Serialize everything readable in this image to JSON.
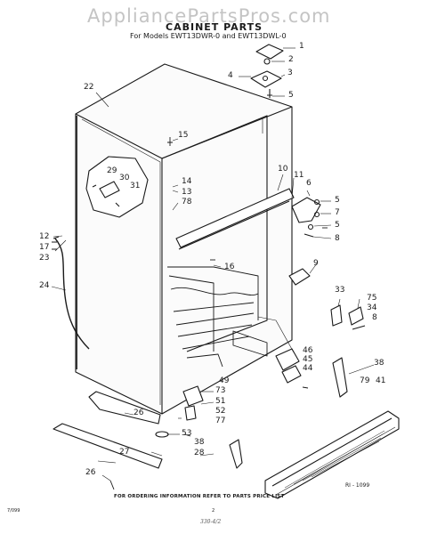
{
  "watermark": "AppliancePartsPros.com",
  "title": "CABINET PARTS",
  "subtitle": "For Models EWT13DWR-0 and EWT13DWL-0",
  "footer_note": "FOR ORDERING INFORMATION REFER TO PARTS PRICE LIST",
  "ref_code": "RI - 1099",
  "page_code": "7/099",
  "page_number": "2",
  "scrawl": "330-4/2",
  "callouts": {
    "c1": "1",
    "c2": "2",
    "c3": "3",
    "c4": "4",
    "c5a": "5",
    "c22": "22",
    "c15": "15",
    "c10": "10",
    "c11": "11",
    "c6": "6",
    "c5b": "5",
    "c7": "7",
    "c5c": "5",
    "c8a": "8",
    "c29": "29",
    "c30": "30",
    "c31": "31",
    "c14": "14",
    "c13": "13",
    "c78": "78",
    "c16": "16",
    "c12": "12",
    "c17": "17",
    "c23": "23",
    "c24": "24",
    "c9": "9",
    "c33": "33",
    "c75": "75",
    "c34": "34",
    "c8b": "8",
    "c46": "46",
    "c45": "45",
    "c44": "44",
    "c49": "49",
    "c73": "73",
    "c51": "51",
    "c52": "52",
    "c77": "77",
    "c38a": "38",
    "c79": "79",
    "c41": "41",
    "c26a": "26",
    "c53": "53",
    "c27": "27",
    "c38b": "38",
    "c28": "28",
    "c26b": "26"
  }
}
